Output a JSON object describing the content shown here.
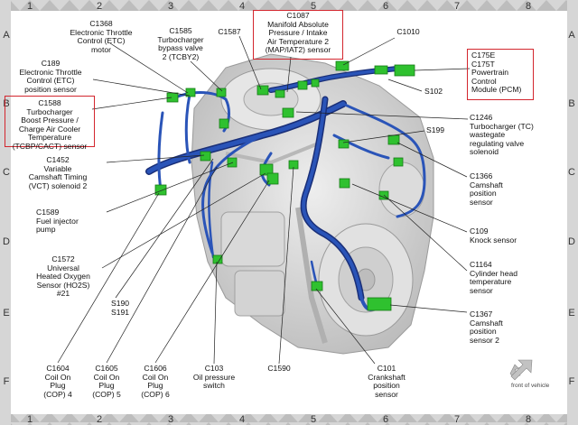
{
  "grid": {
    "columns": [
      "1",
      "2",
      "3",
      "4",
      "5",
      "6",
      "7",
      "8"
    ],
    "rows": [
      "A",
      "B",
      "C",
      "D",
      "E",
      "F"
    ]
  },
  "callouts": {
    "c1087": "C1087\nManifold Absolute\nPressure / Intake\nAir Temperature 2\n(MAP/IAT2) sensor",
    "c1368": "C1368\nElectronic Throttle\nControl (ETC)\nmotor",
    "c1585": "C1585\nTurbocharger\nbypass valve\n2 (TCBY2)",
    "c1587": "C1587",
    "c1010": "C1010",
    "c189": "C189\nElectronic Throttle\nControl (ETC)\nposition sensor",
    "c175": "C175E\nC175T\nPowertrain\nControl\nModule (PCM)",
    "s102": "S102",
    "c1588": "C1588\nTurbocharger\nBoost Pressure /\nCharge Air Cooler\nTemperature\n(TCBP/CACT) sensor",
    "c1246": "C1246\nTurbocharger (TC)\nwastegate\nregulating valve\nsolenoid",
    "s199": "S199",
    "c1452": "C1452\nVariable\nCamshaft Timing\n(VCT) solenoid 2",
    "c1366": "C1366\nCamshaft\nposition\nsensor",
    "c1589": "C1589\nFuel injector\npump",
    "c109": "C109\nKnock sensor",
    "c1572": "C1572\nUniversal\nHeated Oxygen\nSensor (HO2S)\n#21",
    "c1164": "C1164\nCylinder head\ntemperature\nsensor",
    "s190": "S190\nS191",
    "c1367": "C1367\nCamshaft\nposition\nsensor 2",
    "c1604": "C1604\nCoil On\nPlug\n(COP) 4",
    "c1605": "C1605\nCoil On\nPlug\n(COP) 5",
    "c1606": "C1606\nCoil On\nPlug\n(COP) 6",
    "c103": "C103\nOil pressure\nswitch",
    "c1590": "C1590",
    "c101": "C101\nCrankshaft\nposition\nsensor"
  },
  "front_indicator": "front of vehicle",
  "colors": {
    "harness": "#2a54b8",
    "harness_dark": "#1a2f78",
    "connector": "#2fc12f",
    "highlight_box": "#d3262e",
    "engine": "#cfcfcf",
    "border_band": "#cccccc"
  }
}
